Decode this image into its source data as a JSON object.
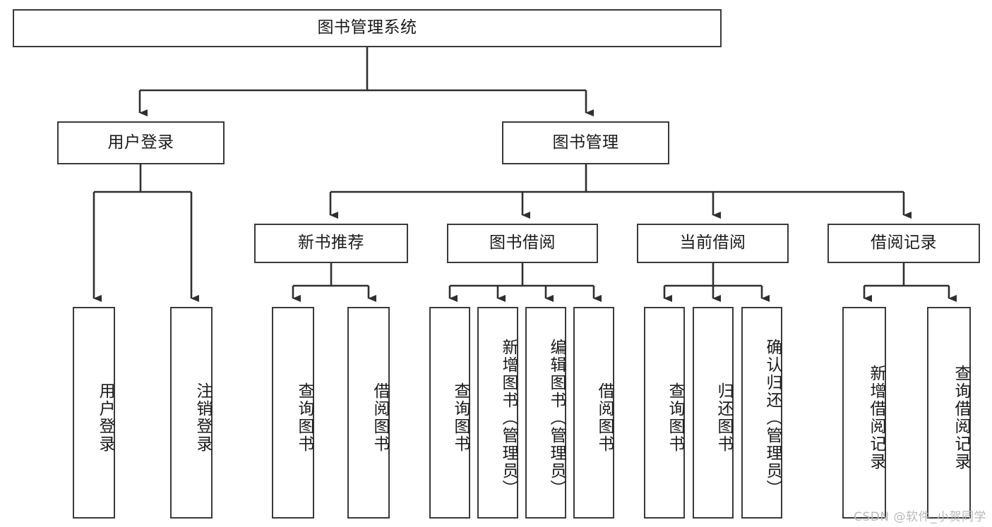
{
  "diagram": {
    "title": "图书管理系统",
    "type": "hierarchy-tree",
    "root": {
      "label": "图书管理系统",
      "children": [
        {
          "label": "用户登录",
          "children": [
            {
              "label": "用户登录"
            },
            {
              "label": "注销登录"
            }
          ]
        },
        {
          "label": "图书管理",
          "children": [
            {
              "label": "新书推荐",
              "children": [
                {
                  "label": "查询图书"
                },
                {
                  "label": "借阅图书"
                }
              ]
            },
            {
              "label": "图书借阅",
              "children": [
                {
                  "label": "查询图书"
                },
                {
                  "label": "新增图书（管理员）"
                },
                {
                  "label": "编辑图书（管理员）"
                },
                {
                  "label": "借阅图书"
                }
              ]
            },
            {
              "label": "当前借阅",
              "children": [
                {
                  "label": "查询图书"
                },
                {
                  "label": "归还图书"
                },
                {
                  "label": "确认归还（管理员）"
                }
              ]
            },
            {
              "label": "借阅记录",
              "children": [
                {
                  "label": "新增借阅记录"
                },
                {
                  "label": "查询借阅记录"
                }
              ]
            }
          ]
        }
      ]
    }
  },
  "nodes": {
    "root_title": "图书管理系统",
    "l1_user_login": "用户登录",
    "l1_book_manage": "图书管理",
    "l2_new_book_rec": "新书推荐",
    "l2_book_borrow": "图书借阅",
    "l2_current_borrow": "当前借阅",
    "l2_borrow_record": "借阅记录",
    "leaf_user_login": "用户登录",
    "leaf_logout": "注销登录",
    "leaf_rec_query_book": "查询图书",
    "leaf_rec_borrow_book": "借阅图书",
    "leaf_bb_query_book": "查询图书",
    "leaf_bb_add_book": "新增图书（管理员）",
    "leaf_bb_edit_book": "编辑图书（管理员）",
    "leaf_bb_borrow_book": "借阅图书",
    "leaf_cb_query_book": "查询图书",
    "leaf_cb_return_book": "归还图书",
    "leaf_cb_confirm_return": "确认归还（管理员）",
    "leaf_br_add_record": "新增借阅记录",
    "leaf_br_query_record": "查询借阅记录"
  },
  "colors": {
    "stroke": "#3a3a3a",
    "fill": "#ffffff",
    "text": "#1a1a1a",
    "watermark": "#b9b9b9"
  },
  "watermark": "CSDN @软件_小贺同学"
}
